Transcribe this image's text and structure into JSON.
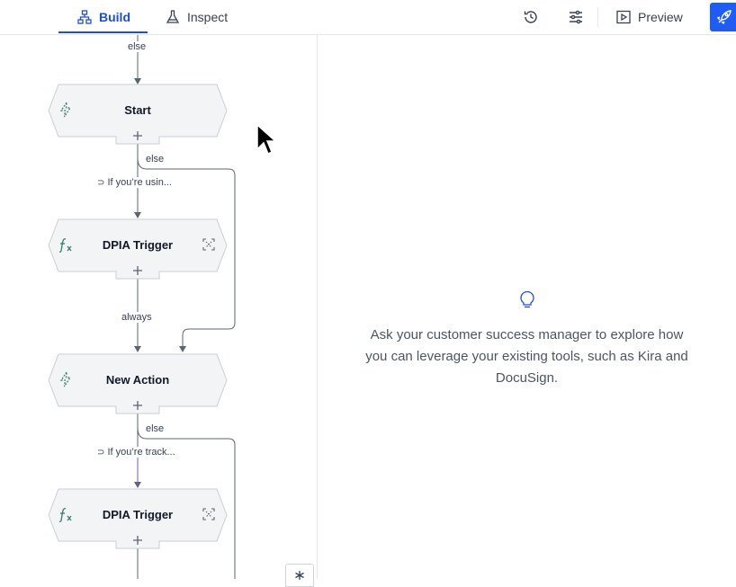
{
  "tabs": [
    {
      "label": "Build",
      "icon": "hierarchy-icon",
      "active": true
    },
    {
      "label": "Inspect",
      "icon": "flask-icon",
      "active": false
    }
  ],
  "toolbar": {
    "history_icon": "history-icon",
    "settings_icon": "sliders-icon",
    "preview_label": "Preview",
    "preview_icon": "play-icon",
    "publish_icon": "rocket-icon"
  },
  "flow": {
    "top_edge_label": "else",
    "nodes": [
      {
        "label": "Start",
        "icon": "lightning-icon",
        "kind": "action"
      },
      {
        "label": "DPIA Trigger",
        "icon": "function-icon",
        "kind": "trigger"
      },
      {
        "label": "New Action",
        "icon": "lightning-icon",
        "kind": "action"
      },
      {
        "label": "DPIA Trigger",
        "icon": "function-icon",
        "kind": "trigger"
      }
    ],
    "edge_labels": {
      "start_else": "else",
      "start_condition": "If you’re usin...",
      "trigger_always": "always",
      "action_else": "else",
      "action_condition": "If you’re track..."
    }
  },
  "hint": {
    "icon": "lightbulb-icon",
    "text": "Ask your customer success manager to explore how you can leverage your existing tools, such as Kira and DocuSign."
  },
  "colors": {
    "accent": "#1d4ed8",
    "publish": "#1f5cf5",
    "node_fill": "#f3f4f6",
    "node_border": "#c9ced6",
    "icon_green": "#2f7d6d",
    "edge": "#5b6472"
  }
}
